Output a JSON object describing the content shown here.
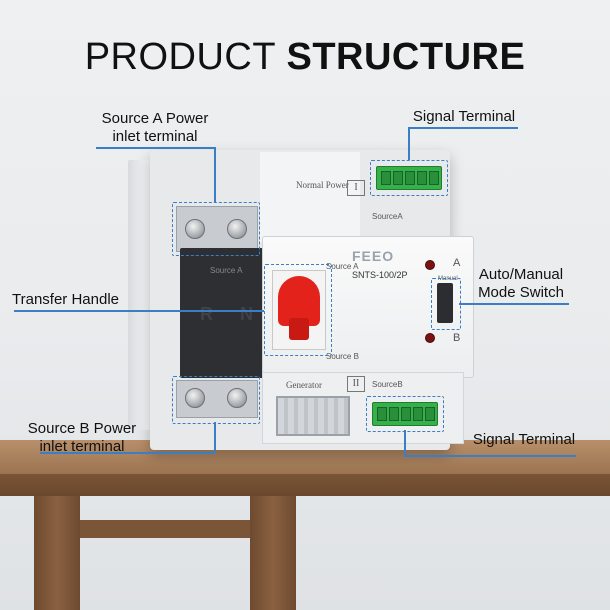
{
  "title": {
    "light": "PRODUCT",
    "bold": "STRUCTURE"
  },
  "callouts": {
    "source_a": "Source A Power\ninlet terminal",
    "signal_top": "Signal Terminal",
    "transfer_handle": "Transfer Handle",
    "auto_manual": "Auto/Manual\nMode Switch",
    "source_b": "Source B Power\ninlet terminal",
    "signal_bottom": "Signal Terminal"
  },
  "device": {
    "brand": "FEEO",
    "model": "SNTS-100/2P",
    "normal_power": "Normal Power",
    "generator": "Generator",
    "source_a_face": "Source A",
    "source_b_face": "Source B",
    "roman_1": "I",
    "roman_2": "II",
    "ind_a": "A",
    "ind_b": "B",
    "manual": "Manual",
    "source_label_top": "SourceA",
    "source_label_bottom": "SourceB"
  },
  "colors": {
    "accent": "#3a7ec6",
    "handle": "#e3231b",
    "terminal": "#35b04a"
  }
}
